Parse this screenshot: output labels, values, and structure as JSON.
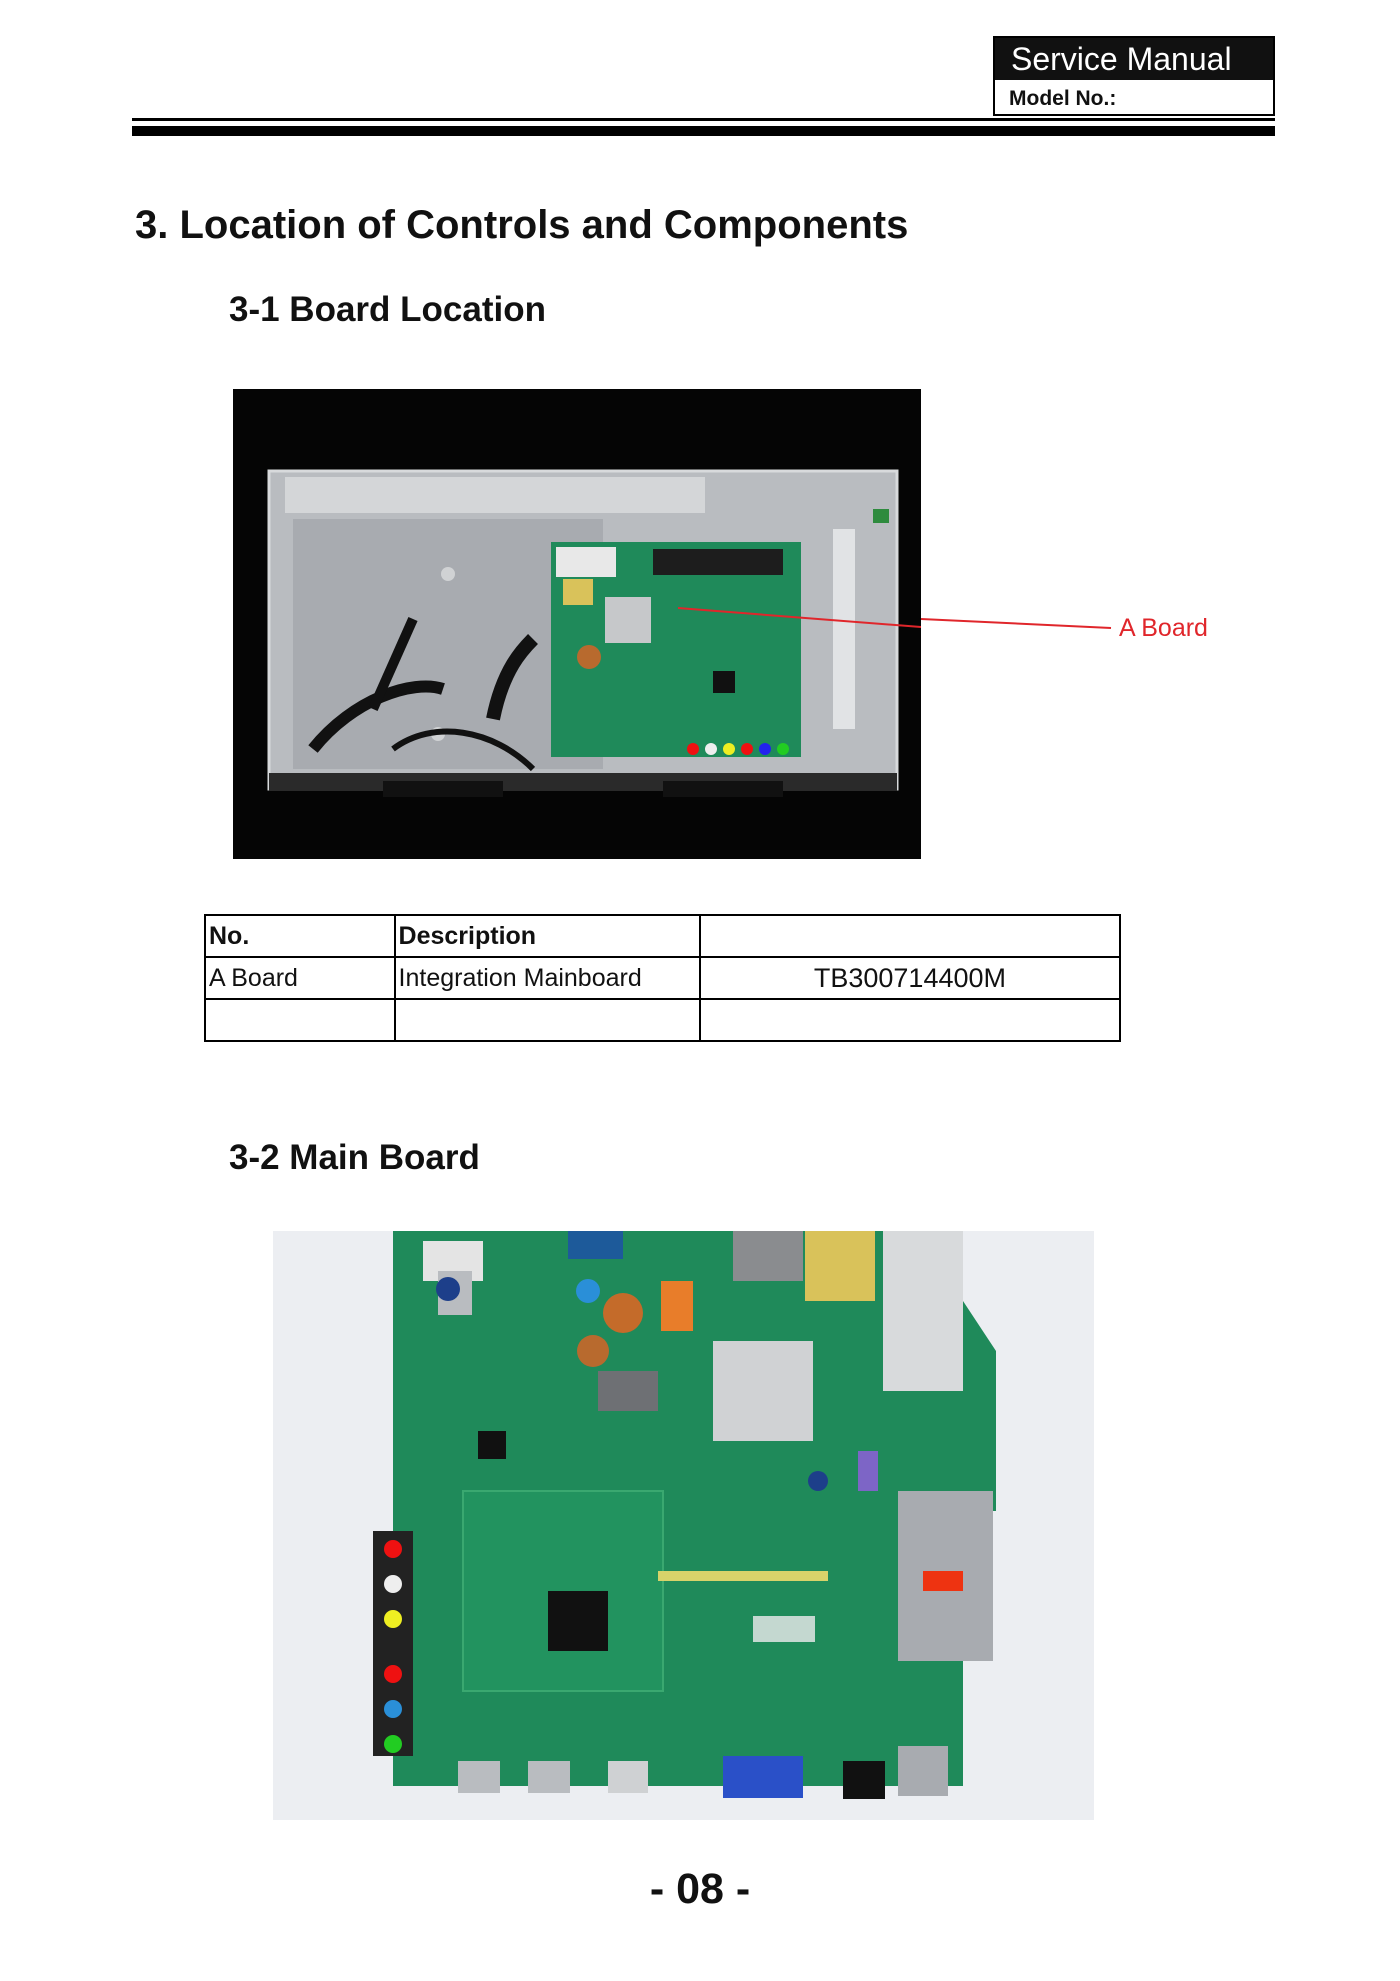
{
  "header": {
    "title": "Service Manual",
    "model_label": "Model No.:"
  },
  "section": {
    "title": "3. Location of Controls and Components",
    "sub1_title": "3-1 Board Location",
    "sub2_title": "3-2 Main  Board"
  },
  "figure1": {
    "callout": "A  Board"
  },
  "table": {
    "headers": [
      "No.",
      "Description",
      ""
    ],
    "rows": [
      [
        "A  Board",
        "Integration Mainboard",
        "TB300714400M"
      ],
      [
        "",
        "",
        ""
      ]
    ]
  },
  "colors": {
    "callout_red": "#e0262b",
    "pcb_green": "#1f8a5a"
  },
  "footer": {
    "page_number": "- 08 -"
  }
}
